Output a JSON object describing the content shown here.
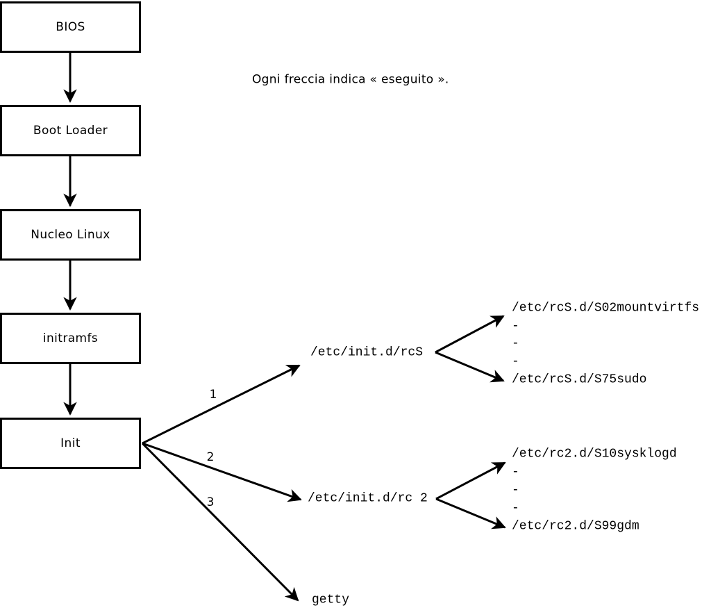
{
  "note": {
    "text": "Ogni freccia indica « eseguito »."
  },
  "flow": {
    "nodes": [
      {
        "label": "BIOS"
      },
      {
        "label": "Boot Loader"
      },
      {
        "label": "Nucleo Linux"
      },
      {
        "label": "initramfs"
      },
      {
        "label": "Init"
      }
    ]
  },
  "branches": [
    {
      "number": "1",
      "target": "/etc/init.d/rcS"
    },
    {
      "number": "2",
      "target": "/etc/init.d/rc 2"
    },
    {
      "number": "3",
      "target": "getty"
    }
  ],
  "rcS_fan": {
    "lines": [
      "/etc/rcS.d/S02mountvirtfs",
      "-",
      "-",
      "-",
      "/etc/rcS.d/S75sudo"
    ]
  },
  "rc2_fan": {
    "lines": [
      "/etc/rc2.d/S10sysklogd",
      "-",
      "-",
      "-",
      "/etc/rc2.d/S99gdm"
    ]
  },
  "colors": {
    "line": "#000000",
    "background": "#ffffff"
  }
}
